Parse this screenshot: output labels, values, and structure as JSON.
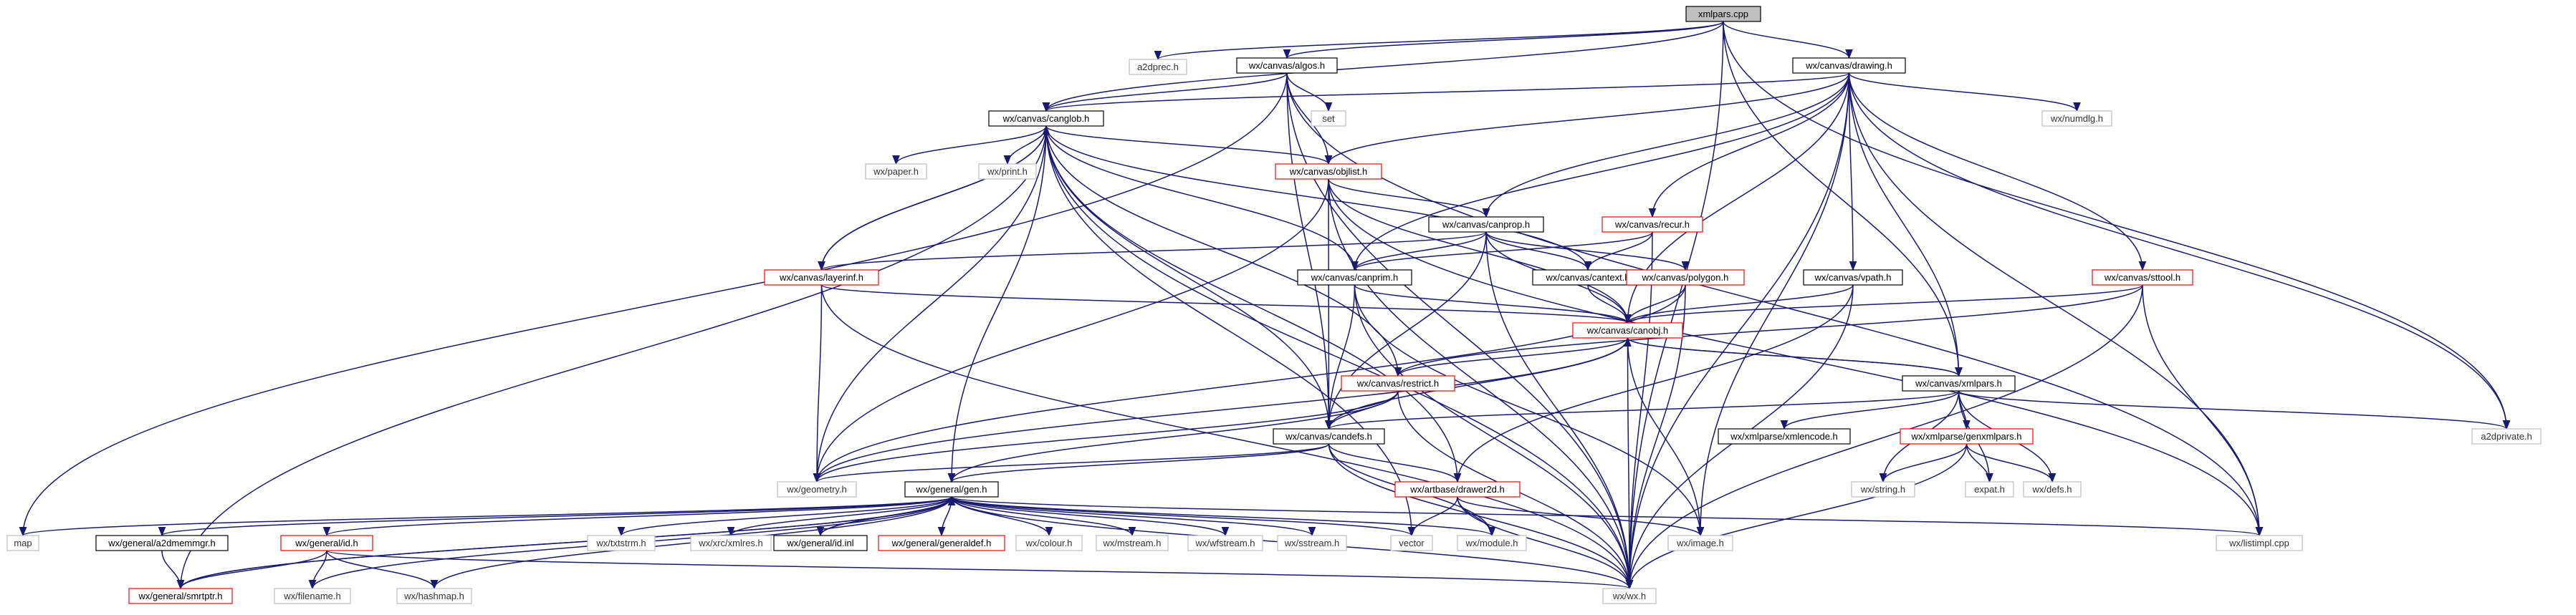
{
  "graph": {
    "colors": {
      "edge": "#191970",
      "border_default": "#000000",
      "border_red": "#ff0000",
      "border_grey": "#bfbfbf",
      "fill_root": "#bfbfbf",
      "fill_default": "#ffffff"
    },
    "nodes": [
      {
        "id": "xmlpars_cpp",
        "label": "xmlpars.cpp",
        "style": "root"
      },
      {
        "id": "a2dprec_h",
        "label": "a2dprec.h",
        "style": "grey"
      },
      {
        "id": "algos_h",
        "label": "wx/canvas/algos.h",
        "style": "black"
      },
      {
        "id": "drawing_h",
        "label": "wx/canvas/drawing.h",
        "style": "black"
      },
      {
        "id": "set",
        "label": "set",
        "style": "grey"
      },
      {
        "id": "numdlg_h",
        "label": "wx/numdlg.h",
        "style": "grey"
      },
      {
        "id": "canglob_h",
        "label": "wx/canvas/canglob.h",
        "style": "black"
      },
      {
        "id": "paper_h",
        "label": "wx/paper.h",
        "style": "grey"
      },
      {
        "id": "print_h",
        "label": "wx/print.h",
        "style": "grey"
      },
      {
        "id": "objlist_h",
        "label": "wx/canvas/objlist.h",
        "style": "red"
      },
      {
        "id": "canprop_h",
        "label": "wx/canvas/canprop.h",
        "style": "black"
      },
      {
        "id": "recur_h",
        "label": "wx/canvas/recur.h",
        "style": "red"
      },
      {
        "id": "layerinf_h",
        "label": "wx/canvas/layerinf.h",
        "style": "red"
      },
      {
        "id": "canprim_h",
        "label": "wx/canvas/canprim.h",
        "style": "black"
      },
      {
        "id": "cantext_h",
        "label": "wx/canvas/cantext.h",
        "style": "black"
      },
      {
        "id": "polygon_h",
        "label": "wx/canvas/polygon.h",
        "style": "red"
      },
      {
        "id": "vpath_h",
        "label": "wx/canvas/vpath.h",
        "style": "black"
      },
      {
        "id": "sttool_h",
        "label": "wx/canvas/sttool.h",
        "style": "red"
      },
      {
        "id": "canobj_h",
        "label": "wx/canvas/canobj.h",
        "style": "red"
      },
      {
        "id": "restrict_h",
        "label": "wx/canvas/restrict.h",
        "style": "red"
      },
      {
        "id": "xmlpars_h",
        "label": "wx/canvas/xmlpars.h",
        "style": "black"
      },
      {
        "id": "candefs_h",
        "label": "wx/canvas/candefs.h",
        "style": "black"
      },
      {
        "id": "xmlencode_h",
        "label": "wx/xmlparse/xmlencode.h",
        "style": "black"
      },
      {
        "id": "genxmlpars_h",
        "label": "wx/xmlparse/genxmlpars.h",
        "style": "red"
      },
      {
        "id": "a2dprivate_h",
        "label": "a2dprivate.h",
        "style": "grey"
      },
      {
        "id": "geometry_h",
        "label": "wx/geometry.h",
        "style": "grey"
      },
      {
        "id": "gen_h",
        "label": "wx/general/gen.h",
        "style": "black"
      },
      {
        "id": "drawer2d_h",
        "label": "wx/artbase/drawer2d.h",
        "style": "red"
      },
      {
        "id": "string_h",
        "label": "wx/string.h",
        "style": "grey"
      },
      {
        "id": "expat_h",
        "label": "expat.h",
        "style": "grey"
      },
      {
        "id": "defs_h",
        "label": "wx/defs.h",
        "style": "grey"
      },
      {
        "id": "map",
        "label": "map",
        "style": "grey"
      },
      {
        "id": "a2dmemmgr_h",
        "label": "wx/general/a2dmemmgr.h",
        "style": "black"
      },
      {
        "id": "id_h",
        "label": "wx/general/id.h",
        "style": "red"
      },
      {
        "id": "txtstrm_h",
        "label": "wx/txtstrm.h",
        "style": "grey"
      },
      {
        "id": "xmlres_h",
        "label": "wx/xrc/xmlres.h",
        "style": "grey"
      },
      {
        "id": "id_inl",
        "label": "wx/general/id.inl",
        "style": "black"
      },
      {
        "id": "generaldef_h",
        "label": "wx/general/generaldef.h",
        "style": "red"
      },
      {
        "id": "colour_h",
        "label": "wx/colour.h",
        "style": "grey"
      },
      {
        "id": "mstream_h",
        "label": "wx/mstream.h",
        "style": "grey"
      },
      {
        "id": "wfstream_h",
        "label": "wx/wfstream.h",
        "style": "grey"
      },
      {
        "id": "sstream_h",
        "label": "wx/sstream.h",
        "style": "grey"
      },
      {
        "id": "vector",
        "label": "vector",
        "style": "grey"
      },
      {
        "id": "module_h",
        "label": "wx/module.h",
        "style": "grey"
      },
      {
        "id": "image_h",
        "label": "wx/image.h",
        "style": "grey"
      },
      {
        "id": "listimpl_cpp",
        "label": "wx/listimpl.cpp",
        "style": "grey"
      },
      {
        "id": "smrtptr_h",
        "label": "wx/general/smrtptr.h",
        "style": "red"
      },
      {
        "id": "filename_h",
        "label": "wx/filename.h",
        "style": "grey"
      },
      {
        "id": "hashmap_h",
        "label": "wx/hashmap.h",
        "style": "grey"
      },
      {
        "id": "wx_h",
        "label": "wx/wx.h",
        "style": "grey"
      }
    ],
    "edges": [
      [
        "xmlpars_cpp",
        "a2dprec_h"
      ],
      [
        "xmlpars_cpp",
        "algos_h"
      ],
      [
        "xmlpars_cpp",
        "drawing_h"
      ],
      [
        "xmlpars_cpp",
        "canglob_h"
      ],
      [
        "xmlpars_cpp",
        "xmlpars_h"
      ],
      [
        "xmlpars_cpp",
        "a2dprivate_h"
      ],
      [
        "xmlpars_cpp",
        "wx_h"
      ],
      [
        "algos_h",
        "set"
      ],
      [
        "algos_h",
        "canglob_h"
      ],
      [
        "algos_h",
        "objlist_h"
      ],
      [
        "algos_h",
        "candefs_h"
      ],
      [
        "algos_h",
        "map"
      ],
      [
        "algos_h",
        "wx_h"
      ],
      [
        "algos_h",
        "listimpl_cpp"
      ],
      [
        "drawing_h",
        "numdlg_h"
      ],
      [
        "drawing_h",
        "canglob_h"
      ],
      [
        "drawing_h",
        "objlist_h"
      ],
      [
        "drawing_h",
        "canprop_h"
      ],
      [
        "drawing_h",
        "recur_h"
      ],
      [
        "drawing_h",
        "canprim_h"
      ],
      [
        "drawing_h",
        "canobj_h"
      ],
      [
        "drawing_h",
        "vpath_h"
      ],
      [
        "drawing_h",
        "sttool_h"
      ],
      [
        "drawing_h",
        "image_h"
      ],
      [
        "drawing_h",
        "listimpl_cpp"
      ],
      [
        "drawing_h",
        "wx_h"
      ],
      [
        "drawing_h",
        "a2dprivate_h"
      ],
      [
        "drawing_h",
        "xmlpars_h"
      ],
      [
        "canglob_h",
        "paper_h"
      ],
      [
        "canglob_h",
        "print_h"
      ],
      [
        "canglob_h",
        "objlist_h"
      ],
      [
        "canglob_h",
        "layerinf_h"
      ],
      [
        "canglob_h",
        "canprim_h"
      ],
      [
        "canglob_h",
        "cantext_h"
      ],
      [
        "canglob_h",
        "restrict_h"
      ],
      [
        "canglob_h",
        "candefs_h"
      ],
      [
        "canglob_h",
        "geometry_h"
      ],
      [
        "canglob_h",
        "gen_h"
      ],
      [
        "canglob_h",
        "drawer2d_h"
      ],
      [
        "canglob_h",
        "vector"
      ],
      [
        "canglob_h",
        "wx_h"
      ],
      [
        "canglob_h",
        "smrtptr_h"
      ],
      [
        "objlist_h",
        "canprop_h"
      ],
      [
        "objlist_h",
        "canobj_h"
      ],
      [
        "objlist_h",
        "candefs_h"
      ],
      [
        "objlist_h",
        "geometry_h"
      ],
      [
        "objlist_h",
        "listimpl_cpp"
      ],
      [
        "objlist_h",
        "wx_h"
      ],
      [
        "canprop_h",
        "layerinf_h"
      ],
      [
        "canprop_h",
        "canprim_h"
      ],
      [
        "canprop_h",
        "cantext_h"
      ],
      [
        "canprop_h",
        "polygon_h"
      ],
      [
        "canprop_h",
        "canobj_h"
      ],
      [
        "canprop_h",
        "candefs_h"
      ],
      [
        "canprop_h",
        "wx_h"
      ],
      [
        "recur_h",
        "canprim_h"
      ],
      [
        "recur_h",
        "cantext_h"
      ],
      [
        "recur_h",
        "wx_h"
      ],
      [
        "layerinf_h",
        "canglob_h"
      ],
      [
        "layerinf_h",
        "canobj_h"
      ],
      [
        "layerinf_h",
        "geometry_h"
      ],
      [
        "layerinf_h",
        "wx_h"
      ],
      [
        "canprim_h",
        "canobj_h"
      ],
      [
        "canprim_h",
        "candefs_h"
      ],
      [
        "canprim_h",
        "image_h"
      ],
      [
        "canprim_h",
        "wx_h"
      ],
      [
        "cantext_h",
        "canobj_h"
      ],
      [
        "polygon_h",
        "canobj_h"
      ],
      [
        "polygon_h",
        "geometry_h"
      ],
      [
        "polygon_h",
        "wx_h"
      ],
      [
        "vpath_h",
        "canobj_h"
      ],
      [
        "vpath_h",
        "drawer2d_h"
      ],
      [
        "vpath_h",
        "wx_h"
      ],
      [
        "sttool_h",
        "canobj_h"
      ],
      [
        "sttool_h",
        "restrict_h"
      ],
      [
        "sttool_h",
        "listimpl_cpp"
      ],
      [
        "sttool_h",
        "wx_h"
      ],
      [
        "canobj_h",
        "restrict_h"
      ],
      [
        "canobj_h",
        "xmlpars_h"
      ],
      [
        "canobj_h",
        "candefs_h"
      ],
      [
        "canobj_h",
        "geometry_h"
      ],
      [
        "canobj_h",
        "image_h"
      ],
      [
        "canobj_h",
        "wx_h"
      ],
      [
        "xmlpars_h",
        "canobj_h"
      ],
      [
        "xmlpars_h",
        "candefs_h"
      ],
      [
        "xmlpars_h",
        "xmlencode_h"
      ],
      [
        "xmlpars_h",
        "genxmlpars_h"
      ],
      [
        "xmlpars_h",
        "a2dprivate_h"
      ],
      [
        "xmlpars_h",
        "string_h"
      ],
      [
        "xmlpars_h",
        "expat_h"
      ],
      [
        "xmlpars_h",
        "defs_h"
      ],
      [
        "restrict_h",
        "candefs_h"
      ],
      [
        "restrict_h",
        "geometry_h"
      ],
      [
        "restrict_h",
        "gen_h"
      ],
      [
        "restrict_h",
        "wx_h"
      ],
      [
        "candefs_h",
        "geometry_h"
      ],
      [
        "candefs_h",
        "gen_h"
      ],
      [
        "candefs_h",
        "drawer2d_h"
      ],
      [
        "candefs_h",
        "module_h"
      ],
      [
        "candefs_h",
        "wx_h"
      ],
      [
        "genxmlpars_h",
        "string_h"
      ],
      [
        "genxmlpars_h",
        "expat_h"
      ],
      [
        "genxmlpars_h",
        "defs_h"
      ],
      [
        "genxmlpars_h",
        "wx_h"
      ],
      [
        "gen_h",
        "map"
      ],
      [
        "gen_h",
        "a2dmemmgr_h"
      ],
      [
        "gen_h",
        "id_h"
      ],
      [
        "gen_h",
        "txtstrm_h"
      ],
      [
        "gen_h",
        "xmlres_h"
      ],
      [
        "gen_h",
        "id_inl"
      ],
      [
        "gen_h",
        "generaldef_h"
      ],
      [
        "gen_h",
        "colour_h"
      ],
      [
        "gen_h",
        "mstream_h"
      ],
      [
        "gen_h",
        "wfstream_h"
      ],
      [
        "gen_h",
        "sstream_h"
      ],
      [
        "gen_h",
        "vector"
      ],
      [
        "gen_h",
        "module_h"
      ],
      [
        "gen_h",
        "wx_h"
      ],
      [
        "gen_h",
        "listimpl_cpp"
      ],
      [
        "gen_h",
        "smrtptr_h"
      ],
      [
        "gen_h",
        "filename_h"
      ],
      [
        "gen_h",
        "hashmap_h"
      ],
      [
        "drawer2d_h",
        "vector"
      ],
      [
        "drawer2d_h",
        "module_h"
      ],
      [
        "drawer2d_h",
        "image_h"
      ],
      [
        "drawer2d_h",
        "wx_h"
      ],
      [
        "a2dmemmgr_h",
        "smrtptr_h"
      ],
      [
        "id_h",
        "smrtptr_h"
      ],
      [
        "id_h",
        "filename_h"
      ],
      [
        "id_h",
        "hashmap_h"
      ],
      [
        "id_h",
        "wx_h"
      ],
      [
        "id_inl",
        "gen_h"
      ],
      [
        "smrtptr_h",
        "gen_h"
      ]
    ]
  }
}
